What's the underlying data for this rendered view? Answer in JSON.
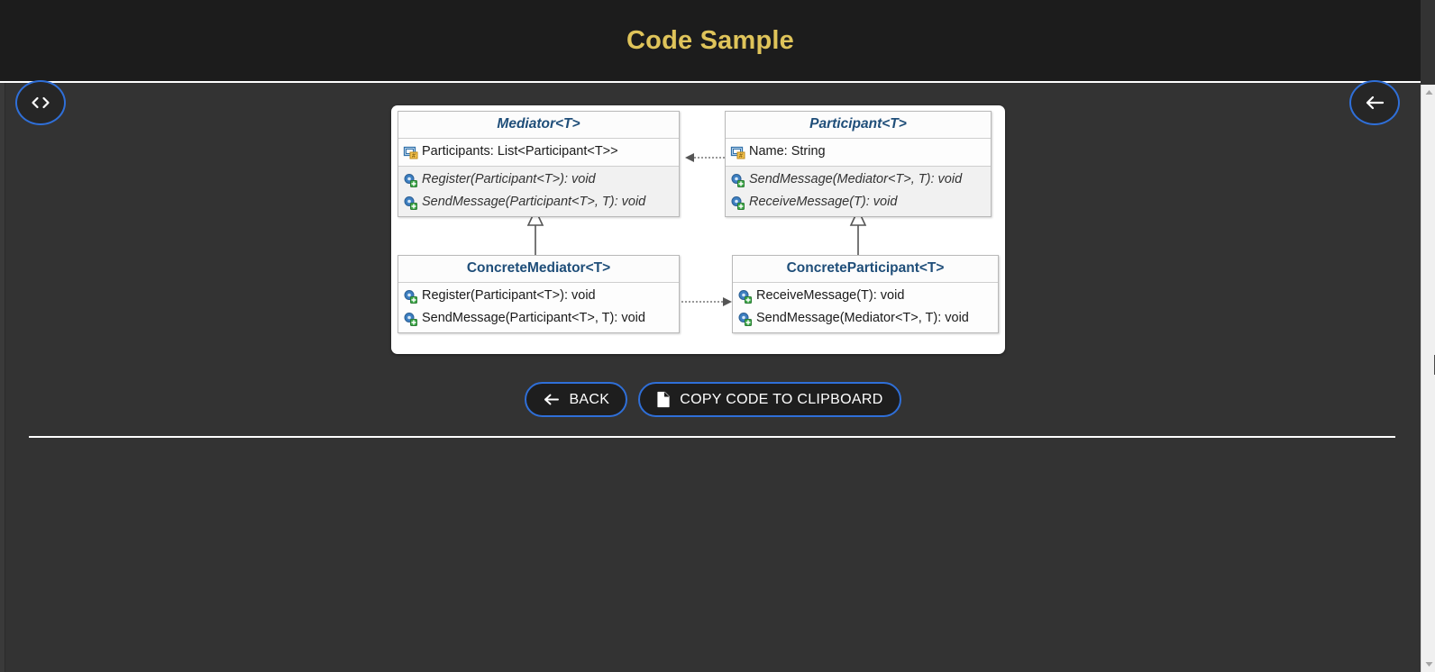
{
  "header": {
    "title": "Code Sample",
    "title_color": "#dfc45a",
    "background_color": "#1c1c1c"
  },
  "floating_buttons": [
    {
      "name": "code-toggle-button",
      "icon": "code-brackets-icon",
      "label": "<>"
    },
    {
      "name": "top-back-button",
      "icon": "arrow-left-icon",
      "label": "←"
    }
  ],
  "theme": {
    "body_background": "#333333",
    "accent_border": "#2f6fd8",
    "class_name_color": "#1f4e79",
    "panel_background": "#ffffff"
  },
  "actions": {
    "back_label": "BACK",
    "back_icon": "arrow-left-icon",
    "copy_label": "COPY CODE TO CLIPBOARD",
    "copy_icon": "clipboard-file-icon"
  },
  "diagram": {
    "type": "uml-class-diagram",
    "pattern": "Mediator",
    "classes": [
      {
        "id": "mediator",
        "name": "Mediator<T>",
        "stereotype": "abstract",
        "fields": [
          {
            "icon": "field-icon",
            "text": "Participants: List<Participant<T>>"
          }
        ],
        "methods": [
          {
            "icon": "method-icon",
            "text": "Register(Participant<T>): void"
          },
          {
            "icon": "method-icon",
            "text": "SendMessage(Participant<T>, T): void"
          }
        ]
      },
      {
        "id": "participant",
        "name": "Participant<T>",
        "stereotype": "abstract",
        "fields": [
          {
            "icon": "field-icon",
            "text": "Name: String"
          }
        ],
        "methods": [
          {
            "icon": "method-icon",
            "text": "SendMessage(Mediator<T>, T): void"
          },
          {
            "icon": "method-icon",
            "text": "ReceiveMessage(T): void"
          }
        ]
      },
      {
        "id": "concrete-mediator",
        "name": "ConcreteMediator<T>",
        "stereotype": "concrete",
        "fields": [],
        "methods": [
          {
            "icon": "method-icon",
            "text": "Register(Participant<T>): void"
          },
          {
            "icon": "method-icon",
            "text": "SendMessage(Participant<T>, T): void"
          }
        ]
      },
      {
        "id": "concrete-participant",
        "name": "ConcreteParticipant<T>",
        "stereotype": "concrete",
        "fields": [],
        "methods": [
          {
            "icon": "method-icon",
            "text": "ReceiveMessage(T): void"
          },
          {
            "icon": "method-icon",
            "text": "SendMessage(Mediator<T>, T): void"
          }
        ]
      }
    ],
    "relations": [
      {
        "from": "participant",
        "to": "mediator",
        "kind": "dependency",
        "style": "dotted-arrow-left"
      },
      {
        "from": "concrete-mediator",
        "to": "mediator",
        "kind": "inheritance",
        "style": "hollow-triangle-up"
      },
      {
        "from": "concrete-participant",
        "to": "participant",
        "kind": "inheritance",
        "style": "hollow-triangle-up"
      },
      {
        "from": "concrete-mediator",
        "to": "concrete-participant",
        "kind": "dependency",
        "style": "dotted-arrow-right"
      }
    ]
  },
  "scrollbar": {
    "up_icon": "triangle-up-icon",
    "down_icon": "triangle-down-icon"
  }
}
